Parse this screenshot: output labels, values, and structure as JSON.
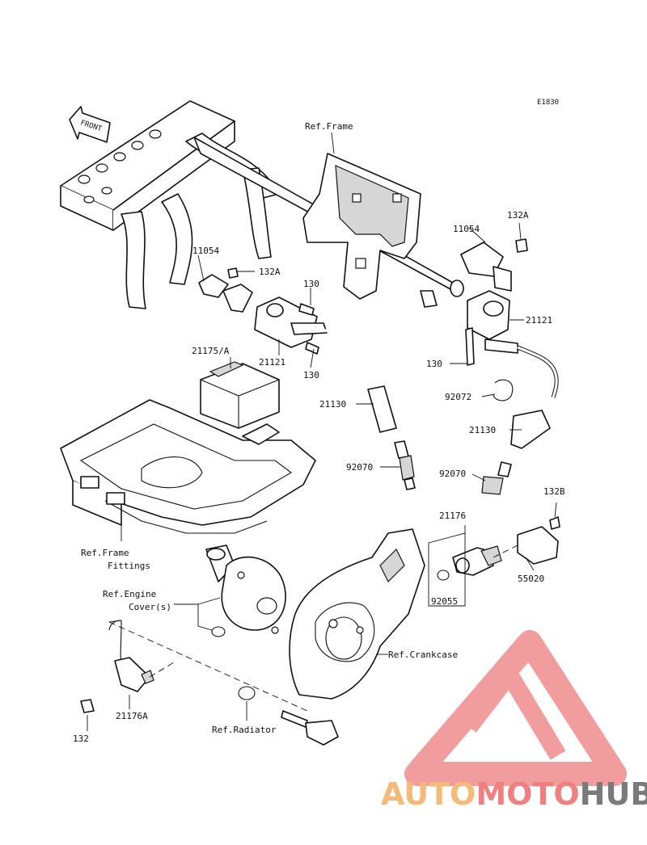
{
  "diagram": {
    "code": "E1830",
    "front_arrow": "FRONT",
    "labels": {
      "ref_frame_top": "Ref.Frame",
      "p11054_left": "11054",
      "p132a_left": "132A",
      "p130_upper": "130",
      "p130_lower": "130",
      "p21121_left": "21121",
      "p21175a": "21175/A",
      "p21130_left": "21130",
      "p92070_left": "92070",
      "p11054_right": "11054",
      "p132a_right": "132A",
      "p21121_right": "21121",
      "p130_right": "130",
      "p92072": "92072",
      "p21130_right": "21130",
      "p92070_right": "92070",
      "p132b": "132B",
      "p21176": "21176",
      "p55020": "55020",
      "p92055": "92055",
      "ref_frame_fittings_1": "Ref.Frame",
      "ref_frame_fittings_2": "Fittings",
      "ref_engine_cover_1": "Ref.Engine",
      "ref_engine_cover_2": "Cover(s)",
      "ref_crankcase": "Ref.Crankcase",
      "p21176a": "21176A",
      "p132": "132",
      "ref_radiator": "Ref.Radiator"
    }
  },
  "watermark": {
    "text_auto": "AUTO",
    "text_moto": "MOTO",
    "text_hub": "HUB",
    "colors": {
      "auto": "#f5b97a",
      "moto": "#f08080",
      "hub": "#7a7a7a",
      "triangle": "#f08c8c"
    }
  }
}
